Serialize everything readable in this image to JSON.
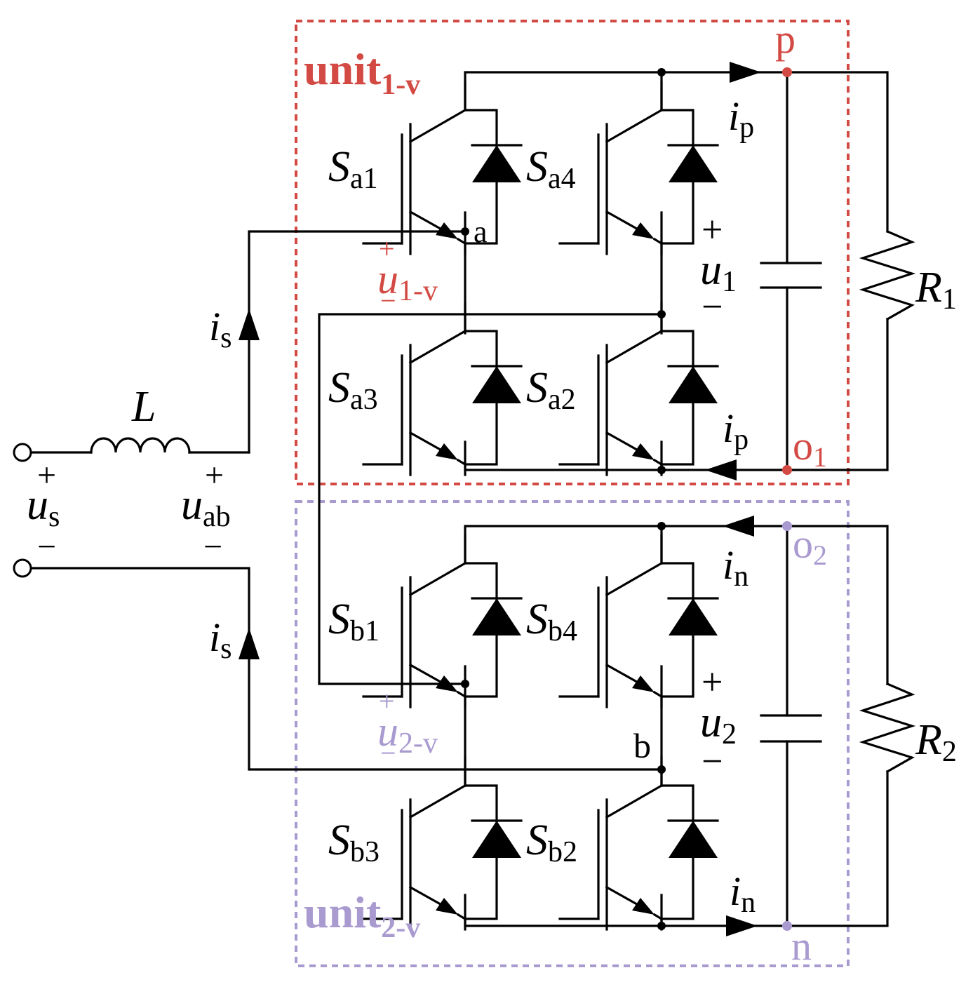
{
  "colors": {
    "unit1": "#d24a43",
    "unit2": "#a99ad0",
    "wire": "#000000"
  },
  "units": {
    "unit1": {
      "base": "unit",
      "sub": "1-v"
    },
    "unit2": {
      "base": "unit",
      "sub": "2-v"
    }
  },
  "nodes": {
    "p": "p",
    "o1": "o",
    "o1_sub": "1",
    "o2": "o",
    "o2_sub": "2",
    "n": "n",
    "a": "a",
    "b": "b"
  },
  "switches": [
    {
      "base": "S",
      "sub": "a1"
    },
    {
      "base": "S",
      "sub": "a4"
    },
    {
      "base": "S",
      "sub": "a3"
    },
    {
      "base": "S",
      "sub": "a2"
    },
    {
      "base": "S",
      "sub": "b1"
    },
    {
      "base": "S",
      "sub": "b4"
    },
    {
      "base": "S",
      "sub": "b3"
    },
    {
      "base": "S",
      "sub": "b2"
    }
  ],
  "currents": {
    "ip": {
      "base": "i",
      "sub": "p"
    },
    "in": {
      "base": "i",
      "sub": "n"
    },
    "is": {
      "base": "i",
      "sub": "s"
    }
  },
  "voltages": {
    "us": {
      "base": "u",
      "sub": "s"
    },
    "uab": {
      "base": "u",
      "sub": "ab"
    },
    "u1": {
      "base": "u",
      "sub": "1"
    },
    "u2": {
      "base": "u",
      "sub": "2"
    },
    "u1v": {
      "base": "u",
      "sub": "1-v"
    },
    "u2v": {
      "base": "u",
      "sub": "2-v"
    }
  },
  "components": {
    "L": "L",
    "R1": {
      "base": "R",
      "sub": "1"
    },
    "R2": {
      "base": "R",
      "sub": "2"
    }
  },
  "polarity": {
    "plus": "+",
    "minus": "−"
  }
}
